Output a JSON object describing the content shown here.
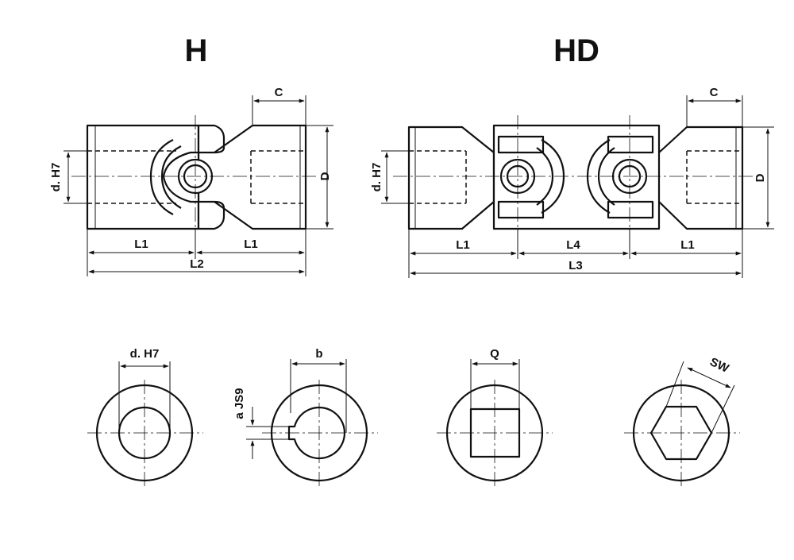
{
  "titles": {
    "single": "H",
    "double": "HD"
  },
  "single_joint": {
    "bore": "d. H7",
    "dia": "D",
    "fork_len": "C",
    "len_left": "L1",
    "len_right": "L1",
    "total": "L2"
  },
  "double_joint": {
    "bore": "d. H7",
    "dia": "D",
    "fork_len": "C",
    "len_left": "L1",
    "len_mid": "L4",
    "len_right": "L1",
    "total": "L3"
  },
  "bore_types": {
    "round": "d. H7",
    "keyway_width": "b",
    "keyway_depth": "a JS9",
    "square": "Q",
    "hex": "SW"
  }
}
